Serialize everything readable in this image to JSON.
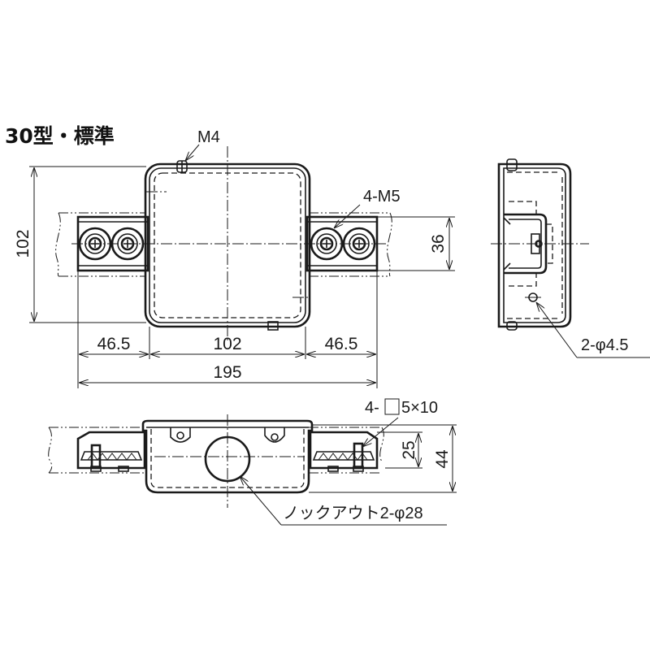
{
  "title": "30型・標準",
  "top_view": {
    "callouts": {
      "screw_top": "M4",
      "mount_screws": "4-M5"
    },
    "dimensions": {
      "height_left": "102",
      "bracket_height": "36",
      "left_flange": "46.5",
      "body_width": "102",
      "right_flange": "46.5",
      "overall_width": "195"
    }
  },
  "side_view": {
    "callouts": {
      "holes": "2-φ4.5"
    }
  },
  "front_view": {
    "callouts": {
      "slots": "4-",
      "slots_size": "5×10",
      "knockout": "ノックアウト2-φ28"
    },
    "dimensions": {
      "bracket_depth": "25",
      "overall_depth": "44"
    }
  },
  "colors": {
    "line": "#1a1a1a",
    "background": "#ffffff"
  }
}
